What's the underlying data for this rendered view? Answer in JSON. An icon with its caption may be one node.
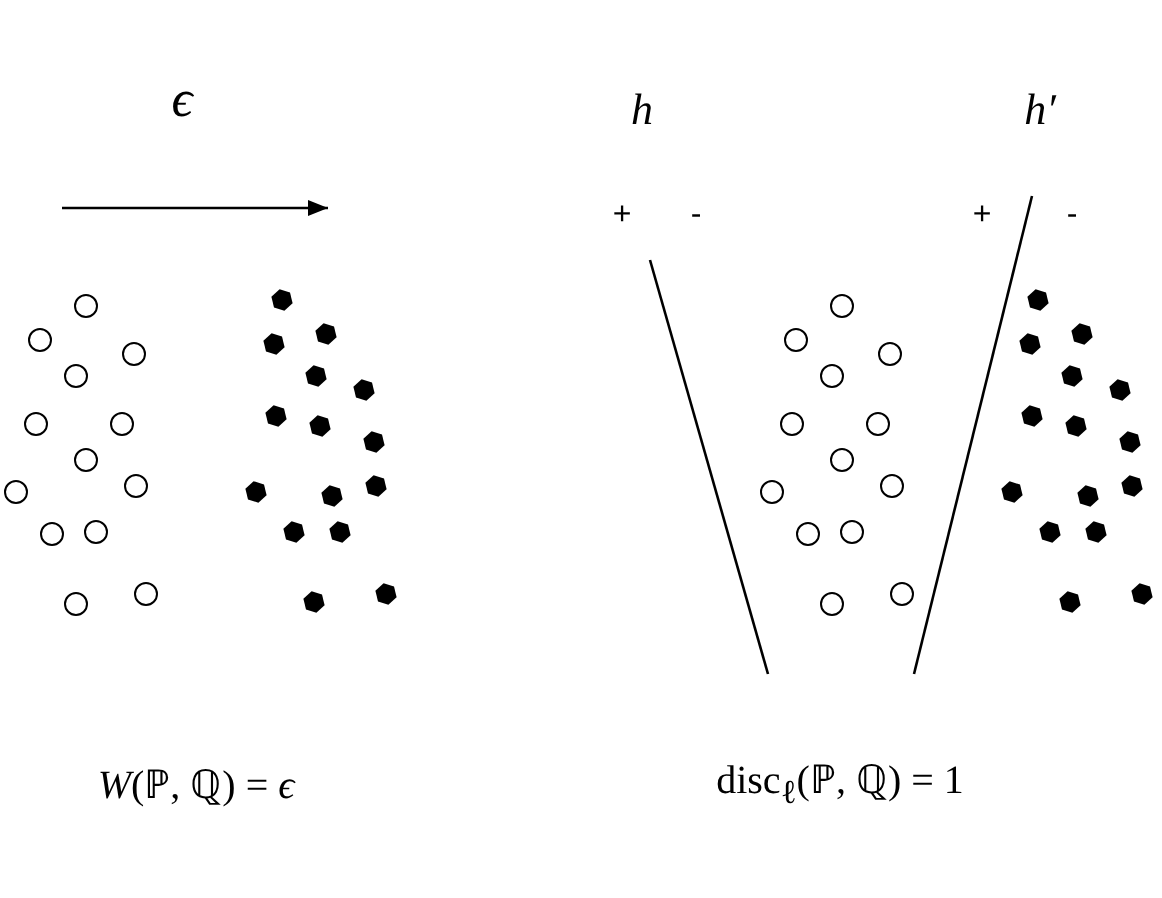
{
  "diagram": {
    "labels": [
      "ϵ",
      "h",
      "h′",
      "+",
      "-",
      "+",
      "-",
      "*W*(ℙ, ℚ) = *ϵ*",
      "disc$_{ℓ}$(ℙ, ℚ) = 1"
    ]
  }
}
